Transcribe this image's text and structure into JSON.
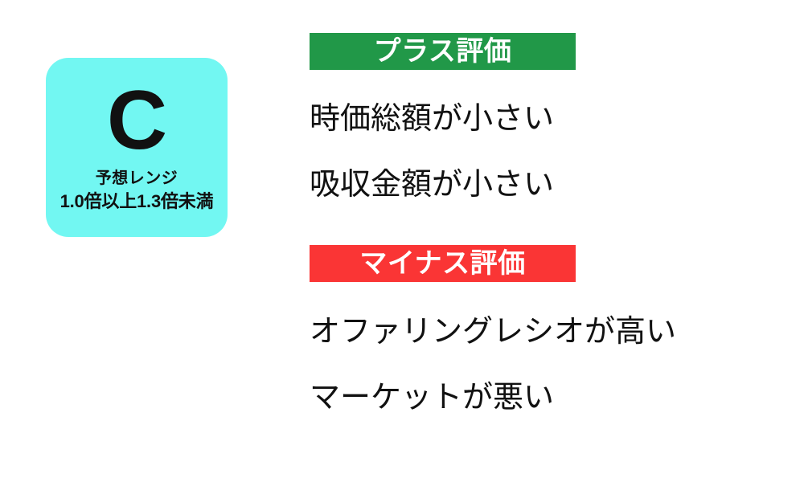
{
  "rating_card": {
    "grade": "C",
    "range_label": "予想レンジ",
    "range_value": "1.0倍以上1.3倍未満",
    "background_color": "#72f7f2",
    "text_color": "#111111"
  },
  "sections": {
    "positive": {
      "banner_label": "プラス評価",
      "banner_color": "#219848",
      "banner_text_color": "#ffffff",
      "items": [
        "時価総額が小さい",
        "吸収金額が小さい"
      ]
    },
    "negative": {
      "banner_label": "マイナス評価",
      "banner_color": "#fa3535",
      "banner_text_color": "#ffffff",
      "items": [
        "オファリングレシオが高い",
        "マーケットが悪い"
      ]
    }
  },
  "page": {
    "background_color": "#ffffff"
  }
}
